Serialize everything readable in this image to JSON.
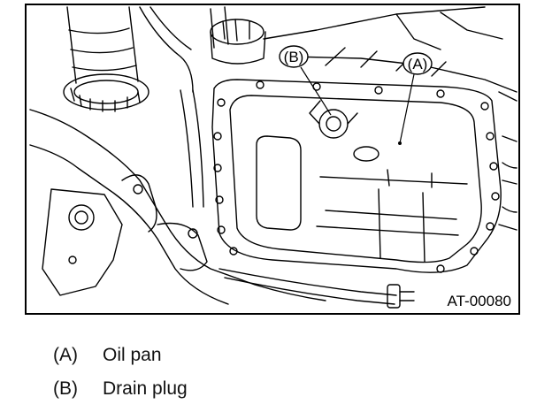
{
  "figure": {
    "id": "AT-00080",
    "callouts": [
      {
        "letter": "A",
        "label": "(A)"
      },
      {
        "letter": "B",
        "label": "(B)"
      }
    ]
  },
  "legend": [
    {
      "key": "(A)",
      "text": "Oil pan"
    },
    {
      "key": "(B)",
      "text": "Drain plug"
    }
  ]
}
